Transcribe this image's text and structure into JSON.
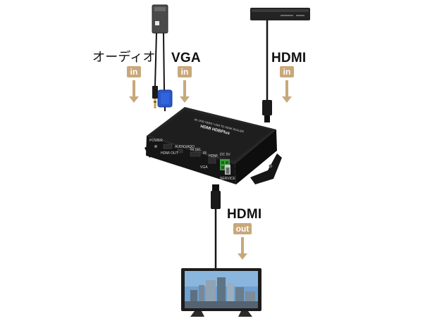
{
  "labels": {
    "audio": "オーディオ",
    "vga": "VGA",
    "hdmi_in": "HDMI",
    "hdmi_out": "HDMI"
  },
  "badges": {
    "audio": "in",
    "vga": "in",
    "hdmi_in": "in",
    "hdmi_out": "out"
  },
  "device_text": {
    "brand": "HDMI HDBPlus",
    "subtitle": "4K UHD HDMI / VGA TO HDMI SCALER",
    "power": "POWER",
    "hdmi_out": "HDMI OUT",
    "audio_in": "AUDIO/ADO",
    "in_sel": "IN SEL",
    "ir": "IR",
    "vga": "VGA",
    "hdmi": "HDMI",
    "dc": "DC 5V",
    "service": "SERVICE"
  },
  "colors": {
    "badge": "#c8a87a",
    "device": "#1c1c1c",
    "cable": "#141414",
    "vga_connector": "#2a58c8"
  }
}
